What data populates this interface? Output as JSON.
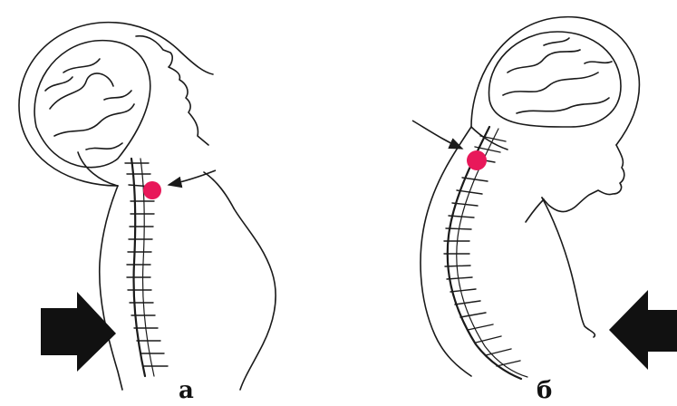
{
  "panels": [
    {
      "id": "a",
      "label": "а"
    },
    {
      "id": "b",
      "label": "б"
    }
  ],
  "colors": {
    "line": "#1a1a1a",
    "injury": "#e8185a",
    "arrow": "#111111",
    "background": "#ffffff"
  },
  "icons": {
    "impact_arrow_left_panel": "big-arrow-right-icon",
    "impact_arrow_right_panel": "big-arrow-left-icon",
    "pointer_left_panel": "thin-arrow-icon",
    "pointer_right_panel": "thin-arrow-icon"
  }
}
